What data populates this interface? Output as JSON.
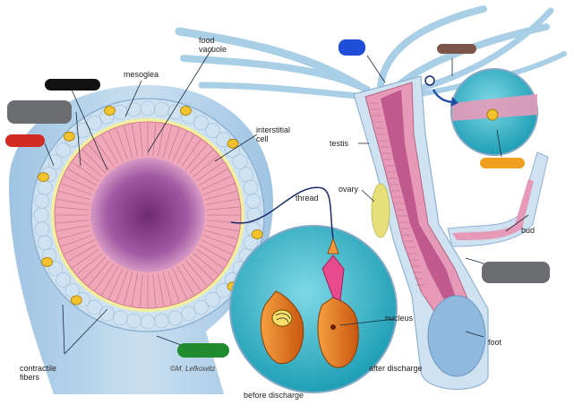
{
  "labels": {
    "food_vacuole": "food\nvacuole",
    "mesoglea": "mesoglea",
    "interstitial_cell": "interstitial\ncell",
    "thread": "thread",
    "testis": "testis",
    "ovary": "ovary",
    "bud": "bud",
    "nucleus": "nucleus",
    "foot": "foot",
    "contractile_fibers": "contractile\nfibers",
    "before_discharge": "before discharge",
    "after_discharge": "after discharge",
    "signature": "©M. Lefkowitz"
  },
  "label_masks": [
    {
      "color": "#111111"
    },
    {
      "color": "#6b6d70"
    },
    {
      "color": "#d22b24"
    },
    {
      "color": "#1f4fd8"
    },
    {
      "color": "#7a5548"
    },
    {
      "color": "#f0a020"
    },
    {
      "color": "#6b6d70"
    },
    {
      "color": "#1f8a2e"
    }
  ],
  "colors": {
    "tentacle": "#a9cfe6",
    "ectoderm": "#cfe2f2",
    "mesoglea": "#f3ef9a",
    "endoderm": "#f0a8b8",
    "cavity": "#a25aa2",
    "body_pink": "#e69ab8",
    "foot_blue": "#8fb9df",
    "circle_teal": "#36b7c8",
    "cnidocyte": "#e8761e"
  }
}
